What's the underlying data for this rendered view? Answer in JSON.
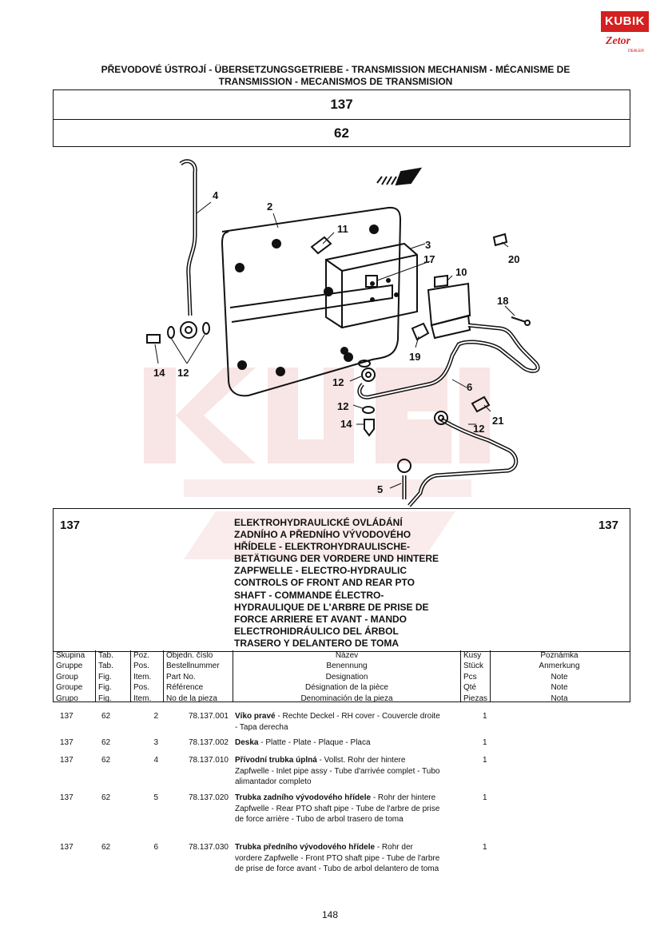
{
  "logo": {
    "brand": "KUBIK",
    "sub": "Zetor",
    "dealer": "DEALER"
  },
  "header": {
    "title_line1": "PŘEVODOVÉ ÚSTROJÍ - ÜBERSETZUNGSGETRIEBE - TRANSMISSION MECHANISM - MÉCANISME DE",
    "title_line2": "TRANSMISSION - MECANISMOS DE TRANSMISION",
    "group": "137",
    "table": "62"
  },
  "diagram": {
    "callouts": [
      "4",
      "2",
      "11",
      "3",
      "17",
      "10",
      "20",
      "18",
      "14",
      "12",
      "19",
      "12",
      "6",
      "12",
      "14",
      "21",
      "12",
      "5"
    ]
  },
  "info": {
    "group_left": "137",
    "group_right": "137",
    "description": "ELEKTROHYDRAULICKÉ OVLÁDÁNÍ\nZADNÍHO A PŘEDNÍHO VÝVODOVÉHO\nHŘÍDELE - ELEKTROHYDRAULISCHE-\nBETÄTIGUNG DER VORDERE UND HINTERE\nZAPFWELLE - ELECTRO-HYDRAULIC\nCONTROLS OF FRONT AND REAR PTO\nSHAFT - COMMANDE ÉLECTRO-\nHYDRAULIQUE DE L'ARBRE DE PRISE DE\nFORCE ARRIERE ET AVANT - MANDO\nELECTROHIDRÁULICO DEL ÁRBOL\nTRASERO Y DELANTERO DE TOMA"
  },
  "columns": {
    "group": "Skupina\nGruppe\nGroup\nGroupe\nGrupo",
    "tab": "Tab.\nTab.\nFig.\nFig.\nFig.",
    "pos": "Poz.\nPos.\nItem.\nPos.\nItem.",
    "part": "Objedn. číslo\nBestellnummer\nPart No.\nRéférence\nNo de la pieza",
    "name": "Název\nBenennung\nDesignation\nDésignation de la pièce\nDenominación de la pieza",
    "qty": "Kusy\nStück\nPcs\nQté\nPiezas",
    "note": "Poznámka\nAnmerkung\nNote\nNote\nNota"
  },
  "rows": [
    {
      "group": "137",
      "tab": "62",
      "pos": "2",
      "part": "78.137.001",
      "name_bold": "Víko pravé",
      "name_rest": " - Rechte Deckel - RH cover - Couvercle droite - Tapa derecha",
      "qty": "1"
    },
    {
      "group": "137",
      "tab": "62",
      "pos": "3",
      "part": "78.137.002",
      "name_bold": "Deska",
      "name_rest": " - Platte - Plate - Plaque - Placa",
      "qty": "1"
    },
    {
      "group": "137",
      "tab": "62",
      "pos": "4",
      "part": "78.137.010",
      "name_bold": "Přívodní trubka úplná",
      "name_rest": " - Vollst. Rohr der hintere Zapfwelle - Inlet pipe assy - Tube d'arrivée complet - Tubo alimantador completo",
      "qty": "1"
    },
    {
      "group": "137",
      "tab": "62",
      "pos": "5",
      "part": "78.137.020",
      "name_bold": "Trubka zadního vývodového hřídele",
      "name_rest": " - Rohr der hintere Zapfwelle - Rear PTO shaft pipe - Tube de l'arbre de prise de force arrière - Tubo de arbol trasero de toma",
      "qty": "1"
    },
    {
      "group": "137",
      "tab": "62",
      "pos": "6",
      "part": "78.137.030",
      "name_bold": "Trubka předního vývodového hřídele",
      "name_rest": " - Rohr der vordere Zapfwelle - Front PTO shaft pipe - Tube de l'arbre  de prise de force avant - Tubo de arbol delantero de toma",
      "qty": "1"
    }
  ],
  "page_number": "148"
}
